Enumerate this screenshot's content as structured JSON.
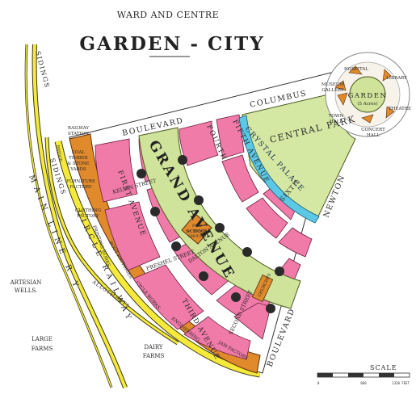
{
  "header": {
    "title_top": "WARD AND CENTRE",
    "title_main": "GARDEN - CITY"
  },
  "streets": {
    "boulevard": "BOULEVARD",
    "columbus": "COLUMBUS",
    "fifth_avenue": "FIFTH AVENUE",
    "newton": "NEWTON",
    "boulevard_lower": "BOULEVARD",
    "grand_avenue": "GRAND AVENUE",
    "kelvin_street": "KELVIN STREET",
    "crystal_palace": "CRYSTAL PALACE",
    "first_avenue": "FIRST AVENUE",
    "fourth": "FOURTH",
    "dalton_avenue": "DALTON AVENUE",
    "freshel_street": "FRESHEL STREET",
    "third_avenue": "THIRD AVENUE",
    "sixth": "SIXTH",
    "second_street": "SECOND STREET"
  },
  "places": {
    "central_park": "CENTRAL PARK",
    "garden": "GARDEN",
    "garden_acres": "(5 Acres)",
    "hospital": "HOSPITAL",
    "library": "LIBRARY",
    "museum": "MUSEUM",
    "gallery": "GALLERY",
    "theatre": "THEATRE",
    "town_hall_1": "TOWN",
    "town_hall_2": "HALL",
    "concert_hall_1": "CONCERT",
    "concert_hall_2": "HALL",
    "school_1": "PLAY",
    "school_2": "SCHOOL",
    "school_3": "GROUND",
    "churches": "CHURCHES"
  },
  "industry": {
    "railway_station_1": "RAILWAY",
    "railway_station_2": "STATION",
    "coal": "COAL",
    "timber": "TIMBER",
    "stone": "& STONE",
    "yards": "YARDS",
    "furniture_1": "FURNITURE",
    "furniture_2": "FACTORY",
    "clothing_1": "CLOTHING",
    "clothing_2": "FACTORY",
    "printing": "PRINTING WORKS",
    "boot": "BOOT FACTORIES",
    "cycle": "CYCLE WORKS",
    "engineering": "ENGINEERING",
    "jam": "JAM FACTORY"
  },
  "rail": {
    "sidings_top": "SIDINGS",
    "sidings_mid": "SIDINGS",
    "main_line": "MAIN LINE R Y",
    "bridge": "BRIDGE",
    "circle_railway": "CIRCLE RAILWAY"
  },
  "countryside": {
    "artesian_1": "ARTESIAN",
    "artesian_2": "WELLS.",
    "large_1": "LARGE",
    "large_2": "FARMS",
    "dairy_1": "DAIRY",
    "dairy_2": "FARMS",
    "allotments": "ALLOTMENTS"
  },
  "scale": {
    "label": "SCALE",
    "unit_left": "0",
    "unit_mid": "660",
    "unit_right": "1320 FEET"
  },
  "colors": {
    "residential": "#f07aa8",
    "green_avenue": "#cfe39a",
    "park": "#d4e8a3",
    "factory": "#e08a2c",
    "rail": "#f5e93a",
    "crystal": "#5bc8e6",
    "church": "#2a2a2a",
    "ink": "#2a2a2a"
  }
}
